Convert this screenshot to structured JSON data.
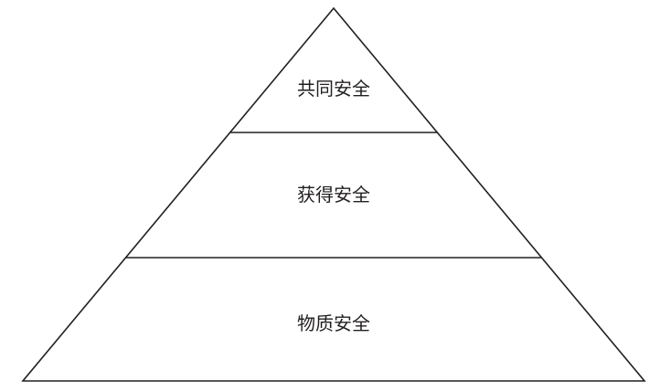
{
  "pyramid": {
    "tiers": [
      {
        "label": "共同安全"
      },
      {
        "label": "获得安全"
      },
      {
        "label": "物质安全"
      }
    ]
  },
  "colors": {
    "stroke": "#231f20",
    "background": "#ffffff"
  }
}
